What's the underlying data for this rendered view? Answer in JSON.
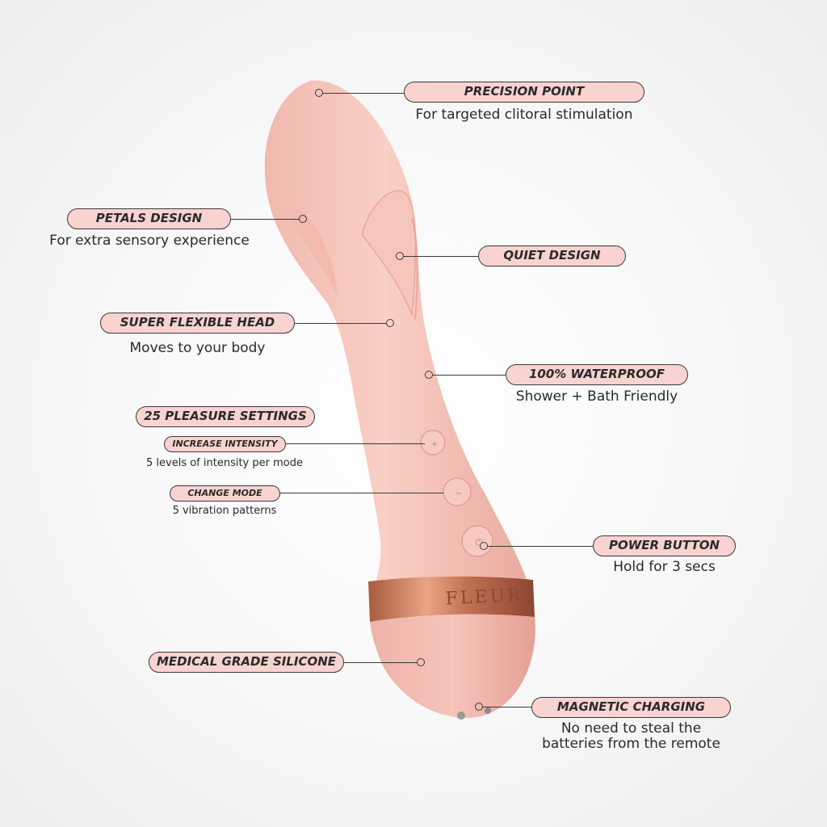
{
  "brand_engraving": "FLEUR",
  "colors": {
    "body_pink": "#f4c2b8",
    "label_fill": "#f8d3cf",
    "band_copper": "#b86a4c",
    "outline": "#3a3a3a"
  },
  "features": {
    "precision_point": {
      "title": "PRECISION POINT",
      "desc": "For targeted clitoral stimulation"
    },
    "petals_design": {
      "title": "PETALS DESIGN",
      "desc": "For extra sensory experience"
    },
    "quiet_design": {
      "title": "QUIET DESIGN"
    },
    "super_flexible_head": {
      "title": "SUPER FLEXIBLE HEAD",
      "desc": "Moves to your body"
    },
    "waterproof": {
      "title": "100% WATERPROOF",
      "desc": "Shower + Bath Friendly"
    },
    "pleasure_settings": {
      "title": "25 PLEASURE SETTINGS"
    },
    "increase_intensity": {
      "title": "INCREASE INTENSITY",
      "desc": "5 levels of intensity per mode"
    },
    "change_mode": {
      "title": "CHANGE MODE",
      "desc": "5 vibration patterns"
    },
    "power_button": {
      "title": "POWER BUTTON",
      "desc": "Hold for 3 secs"
    },
    "medical_silicone": {
      "title": "MEDICAL GRADE SILICONE"
    },
    "magnetic_charging": {
      "title": "MAGNETIC CHARGING",
      "desc_line1": "No need to steal the",
      "desc_line2": "batteries from the remote"
    }
  }
}
